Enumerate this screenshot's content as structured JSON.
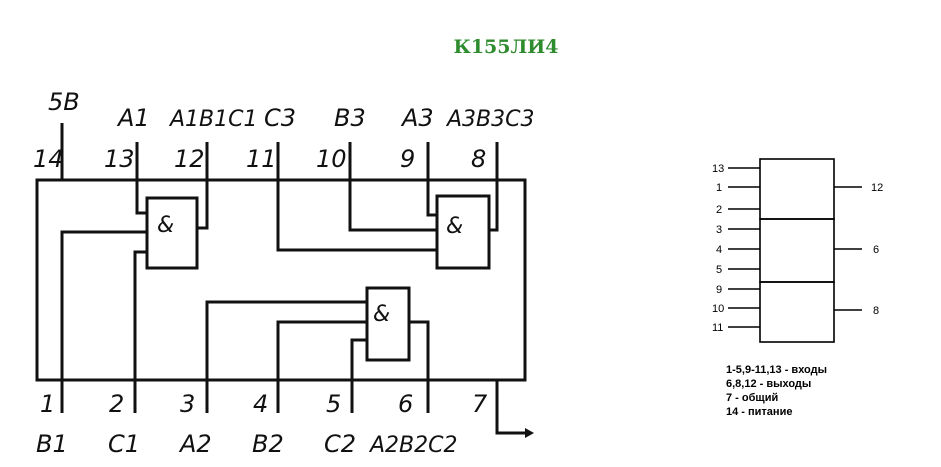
{
  "title": "К155ЛИ4",
  "title_color": "#2e8b2e",
  "schematic": {
    "power_label": "5В",
    "top_signals": [
      "А1",
      "А1В1С1",
      "С3",
      "В3",
      "А3",
      "А3В3С3"
    ],
    "top_pins": [
      "14",
      "13",
      "12",
      "11",
      "10",
      "9",
      "8"
    ],
    "bottom_pins": [
      "1",
      "2",
      "3",
      "4",
      "5",
      "6",
      "7"
    ],
    "bottom_signals": [
      "В1",
      "С1",
      "А2",
      "В2",
      "С2",
      "А2В2С2"
    ],
    "gate_symbol": "&"
  },
  "block": {
    "left_pins": [
      "13",
      "1",
      "2",
      "3",
      "4",
      "5",
      "9",
      "10",
      "11"
    ],
    "right_pins": [
      "12",
      "6",
      "8"
    ],
    "legend": [
      "1-5,9-11,13 - входы",
      "6,8,12 - выходы",
      "7 - общий",
      "14 - питание"
    ]
  }
}
